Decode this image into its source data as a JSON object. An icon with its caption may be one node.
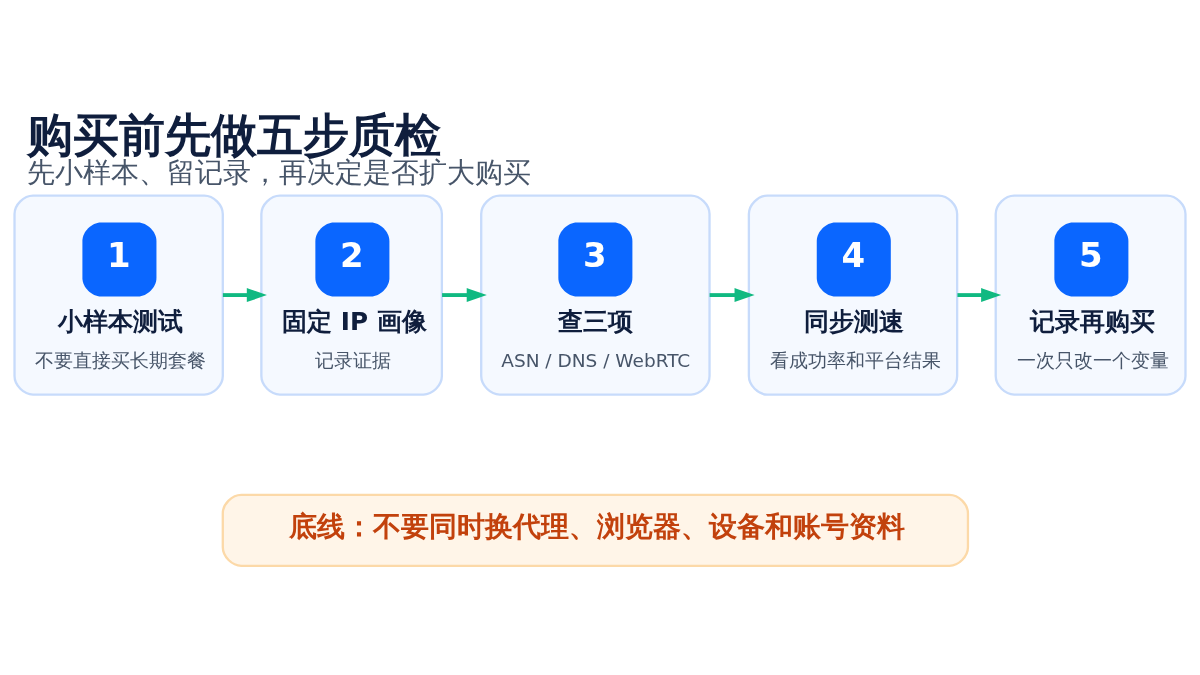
{
  "diagram": {
    "title": "购买前先做五步质检",
    "caption": "先小样本、留记录，再决定是否扩大购买",
    "nodes": [
      {
        "text": [
          "1",
          "小样本测试",
          "不要直接买长期套餐"
        ]
      },
      {
        "text": [
          "2",
          "固定 IP 画像",
          "记录证据"
        ]
      },
      {
        "text": [
          "3",
          "查三项",
          "ASN / DNS / WebRTC"
        ]
      },
      {
        "text": [
          "4",
          "同步测速",
          "看成功率和平台结果"
        ]
      },
      {
        "text": [
          "5",
          "记录再购买",
          "一次只改一个变量"
        ]
      },
      {
        "text": [
          "底线：不要同时换代理、浏览器、设备和账号资料"
        ]
      }
    ],
    "edges": [
      {
        "from": 0,
        "to": 1,
        "arrow": "to",
        "color": "#10b981"
      },
      {
        "from": 1,
        "to": 2,
        "arrow": "to",
        "color": "#10b981"
      },
      {
        "from": 2,
        "to": 3,
        "arrow": "to",
        "color": "#10b981"
      },
      {
        "from": 3,
        "to": 4,
        "arrow": "to",
        "color": "#10b981"
      }
    ]
  }
}
